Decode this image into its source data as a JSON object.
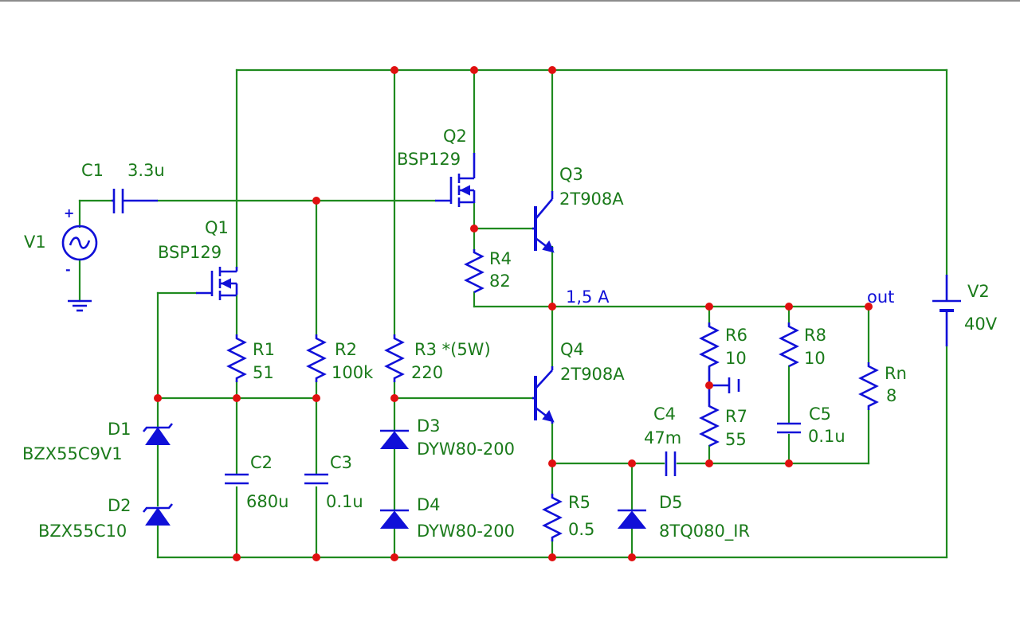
{
  "sources": {
    "v1": {
      "name": "V1",
      "plus": "+",
      "minus": "-"
    },
    "v2": {
      "name": "V2",
      "value": "40V"
    }
  },
  "capacitors": {
    "c1": {
      "name": "C1",
      "value": "3.3u"
    },
    "c2": {
      "name": "C2",
      "value": "680u"
    },
    "c3": {
      "name": "C3",
      "value": "0.1u"
    },
    "c4": {
      "name": "C4",
      "value": "47m"
    },
    "c5": {
      "name": "C5",
      "value": "0.1u"
    }
  },
  "transistors": {
    "q1": {
      "name": "Q1",
      "model": "BSP129"
    },
    "q2": {
      "name": "Q2",
      "model": "BSP129"
    },
    "q3": {
      "name": "Q3",
      "model": "2T908A"
    },
    "q4": {
      "name": "Q4",
      "model": "2T908A"
    }
  },
  "resistors": {
    "r1": {
      "name": "R1",
      "value": "51"
    },
    "r2": {
      "name": "R2",
      "value": "100k"
    },
    "r3": {
      "name": "R3 *(5W)",
      "value": "220"
    },
    "r4": {
      "name": "R4",
      "value": "82"
    },
    "r5": {
      "name": "R5",
      "value": "0.5"
    },
    "r6": {
      "name": "R6",
      "value": "10"
    },
    "r7": {
      "name": "R7",
      "value": "55"
    },
    "r8": {
      "name": "R8",
      "value": "10"
    },
    "rn": {
      "name": "Rn",
      "value": "8"
    }
  },
  "diodes": {
    "d1": {
      "name": "D1",
      "model": "BZX55C9V1"
    },
    "d2": {
      "name": "D2",
      "model": "BZX55C10"
    },
    "d3": {
      "name": "D3",
      "model": "DYW80-200"
    },
    "d4": {
      "name": "D4",
      "model": "DYW80-200"
    },
    "d5": {
      "name": "D5",
      "model": "8TQ080_IR"
    }
  },
  "annotations": {
    "current": "1,5 A",
    "output": "out"
  },
  "colors": {
    "wire": "#1f8a1f",
    "component": "#1010d8",
    "junction": "#e01010",
    "label": "#1a7a1a"
  }
}
